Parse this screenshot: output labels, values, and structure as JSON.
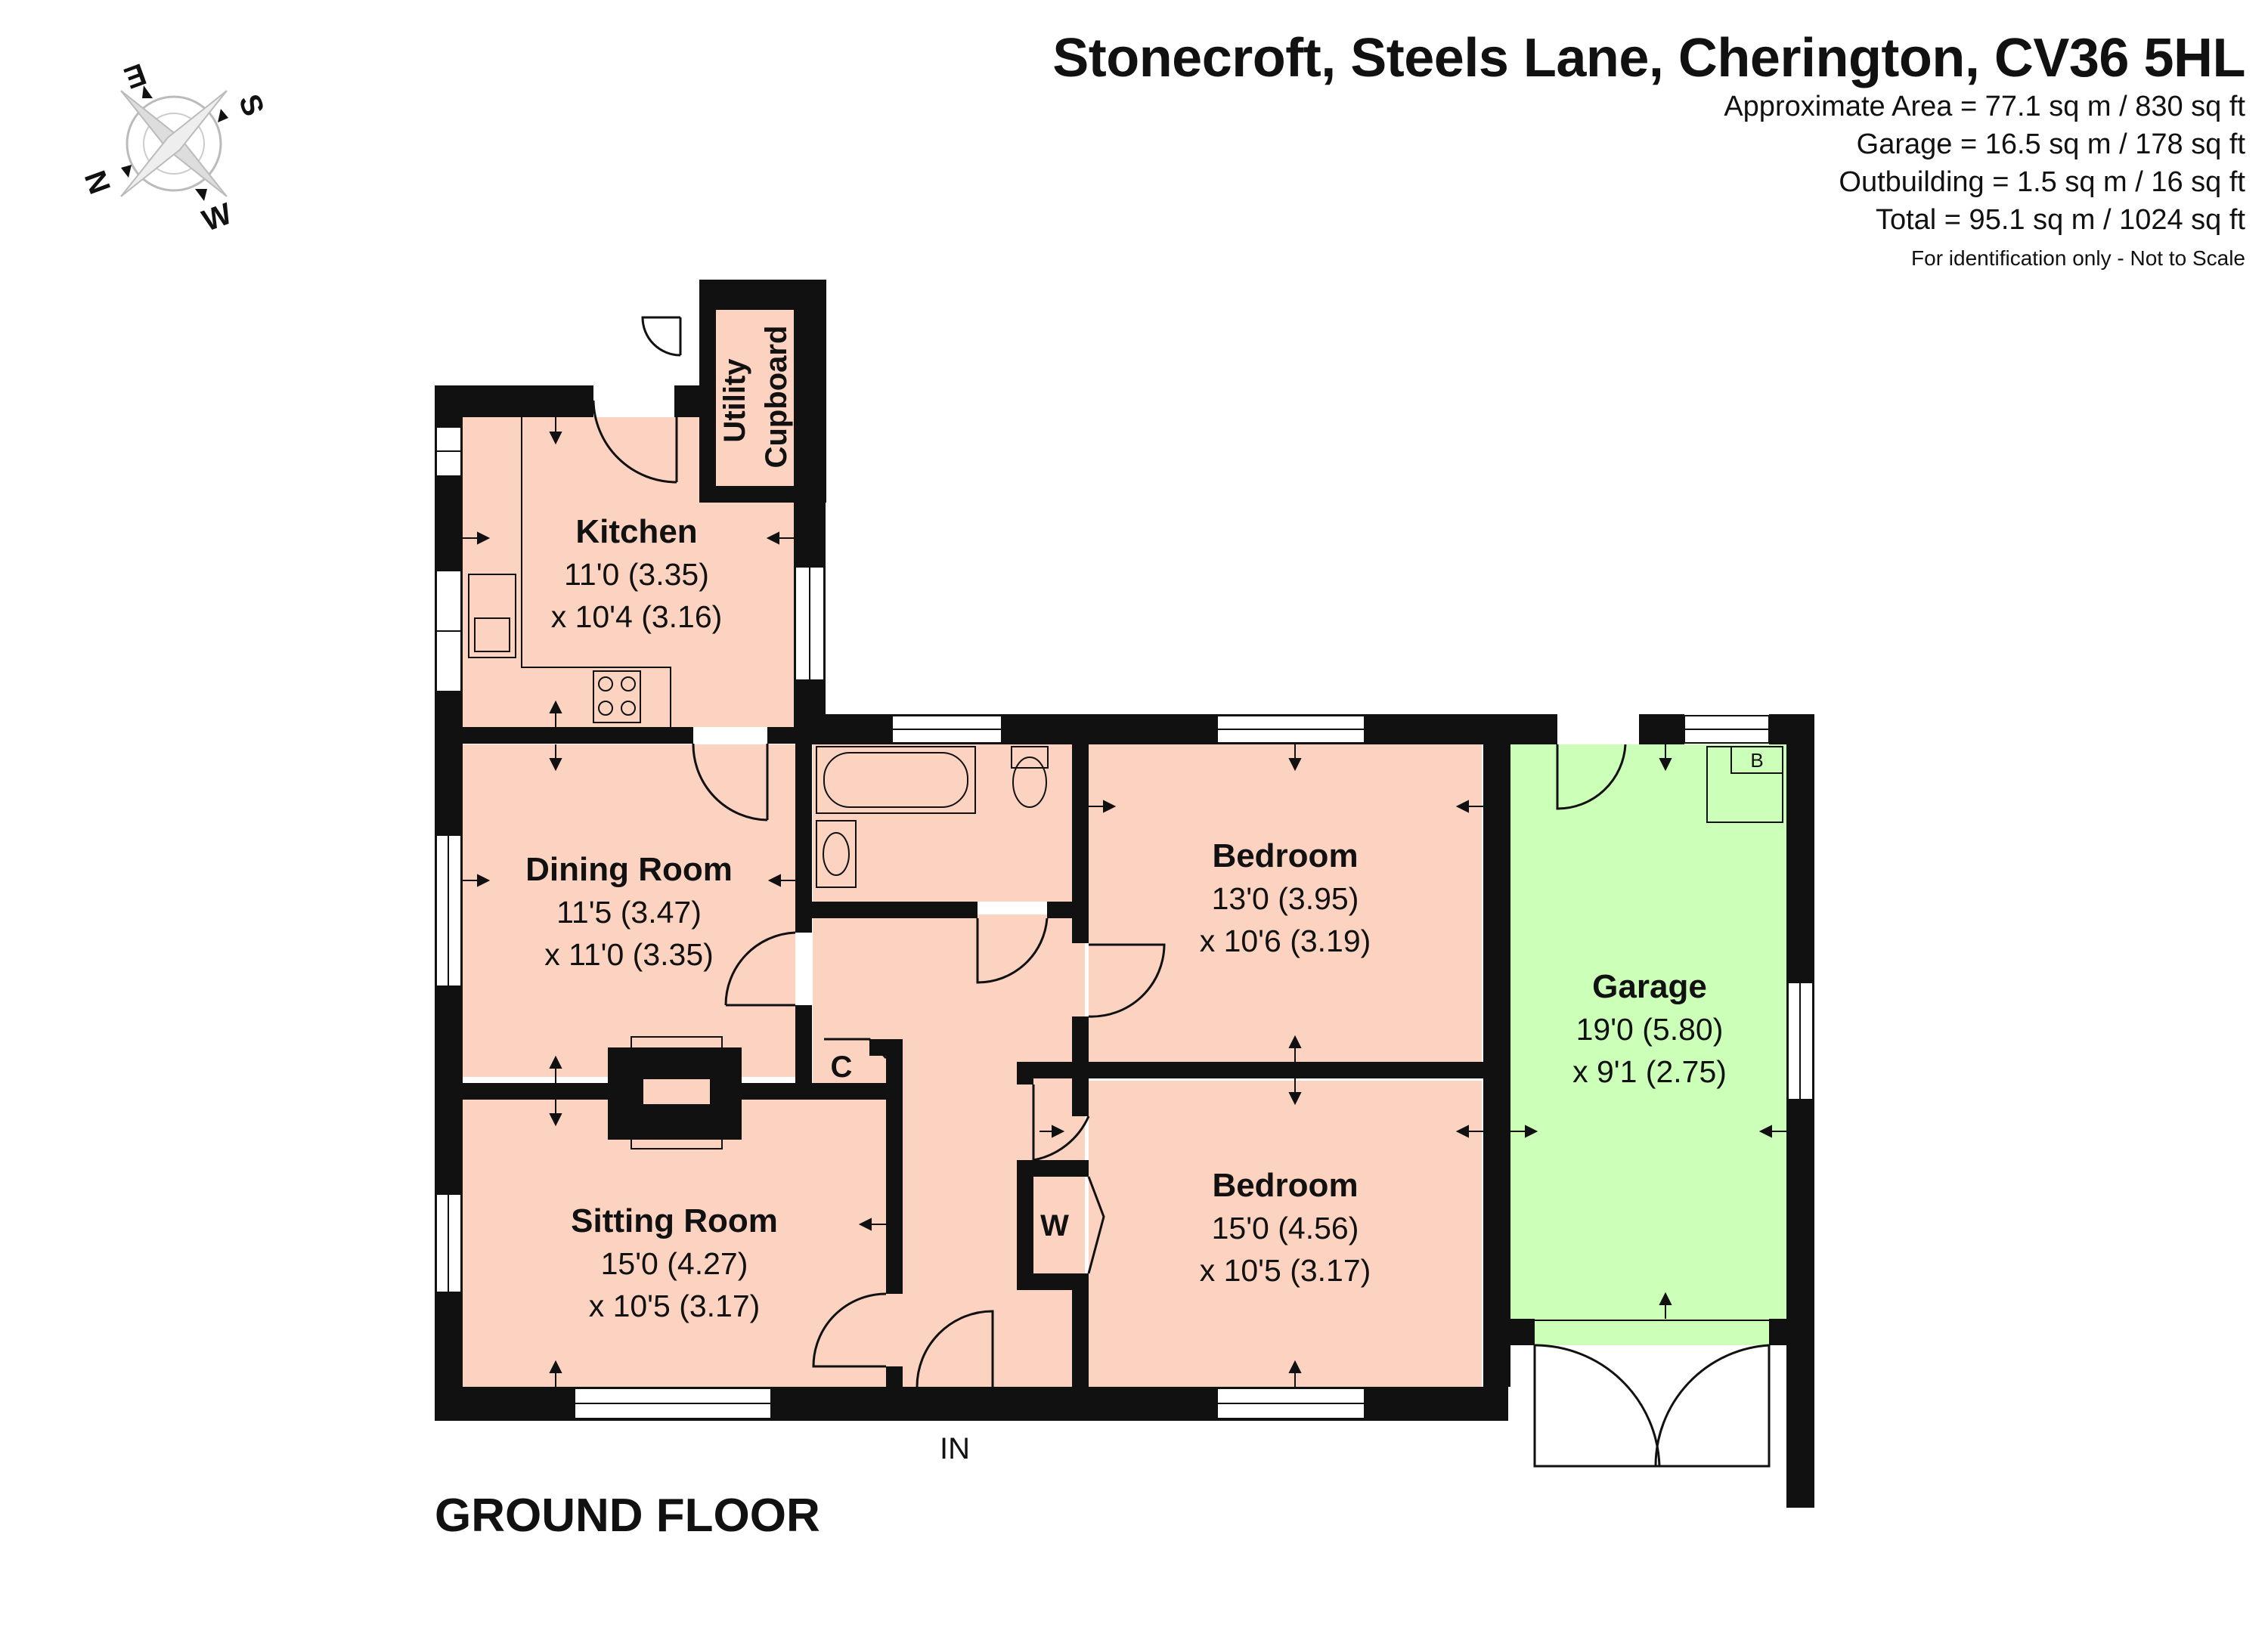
{
  "header": {
    "title": "Stonecroft, Steels Lane, Cherington, CV36 5HL",
    "areas": [
      "Approximate Area = 77.1 sq m / 830 sq ft",
      "Garage = 16.5 sq m / 178 sq ft",
      "Outbuilding = 1.5 sq m / 16 sq ft",
      "Total = 95.1 sq m / 1024 sq ft"
    ],
    "disclaimer": "For identification only - Not to Scale"
  },
  "compass": {
    "labels": [
      "E",
      "S",
      "N",
      "W"
    ]
  },
  "floor_label": "GROUND FLOOR",
  "rooms": {
    "utility": {
      "line1": "Utility",
      "line2": "Cupboard"
    },
    "kitchen": {
      "name": "Kitchen",
      "dim1": "11'0 (3.35)",
      "dim2": "x 10'4 (3.16)"
    },
    "dining": {
      "name": "Dining Room",
      "dim1": "11'5 (3.47)",
      "dim2": "x 11'0 (3.35)"
    },
    "sitting": {
      "name": "Sitting Room",
      "dim1": "15'0 (4.27)",
      "dim2": "x 10'5 (3.17)"
    },
    "bedroom1": {
      "name": "Bedroom",
      "dim1": "13'0 (3.95)",
      "dim2": "x 10'6 (3.19)"
    },
    "bedroom2": {
      "name": "Bedroom",
      "dim1": "15'0 (4.56)",
      "dim2": "x 10'5 (3.17)"
    },
    "garage": {
      "name": "Garage",
      "dim1": "19'0 (5.80)",
      "dim2": "x 9'1 (2.75)"
    }
  },
  "labels": {
    "cupboard": "C",
    "wardrobe": "W",
    "boiler": "B",
    "entrance": "IN"
  },
  "colors": {
    "room_fill": "#fcd3c1",
    "garage_fill": "#ccffb8",
    "wall": "#111111",
    "window": "#ffffff"
  }
}
